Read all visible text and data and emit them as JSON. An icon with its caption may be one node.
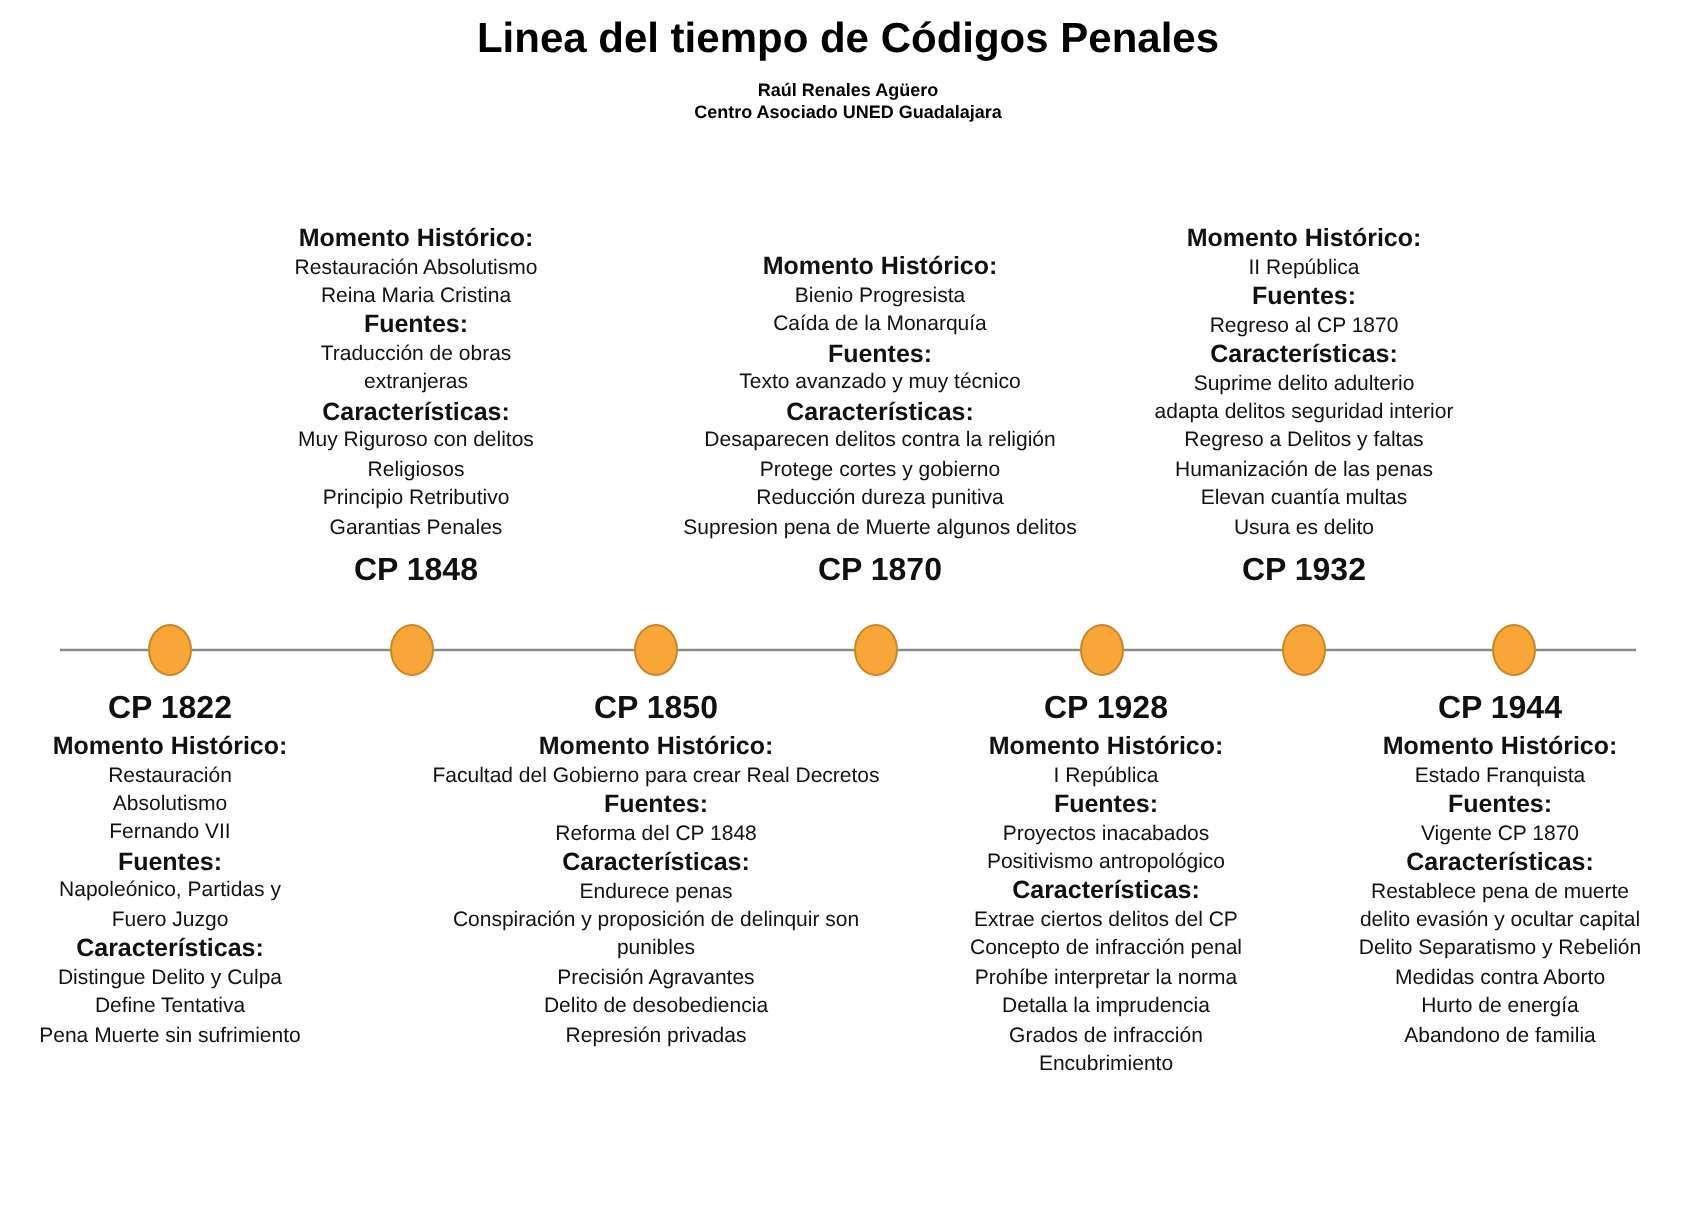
{
  "diagram": {
    "title": "Linea del tiempo de Códigos Penales",
    "nodes": [
      {
        "text": [],
        "shape": "circle",
        "beside": [
          "CP 1822",
          "Momento Histórico:",
          "Restauración",
          "Absolutismo",
          "Fernando VII",
          "Fuentes:",
          "Napoleónico, Partidas y Fuero Juzgo",
          "Características:",
          "Distingue Delito y Culpa",
          "Define Tentativa",
          "Pena Muerte sin sufrimiento"
        ]
      },
      {
        "text": [],
        "shape": "circle",
        "beside": [
          "Momento Histórico:",
          "Restauración Absolutismo",
          "Reina Maria Cristina",
          "Fuentes:",
          "Traducción de obras extranjeras",
          "Características:",
          "Muy Riguroso con delitos Religiosos",
          "Principio Retributivo",
          "Garantias Penales",
          "CP 1848"
        ]
      },
      {
        "text": [],
        "shape": "circle",
        "beside": [
          "CP 1850",
          "Momento Histórico:",
          "Facultad del Gobierno para crear Real Decretos",
          "Fuentes:",
          "Reforma del CP 1848",
          "Características:",
          "Endurece penas",
          "Conspiración y proposición de delinquir son punibles",
          "Precisión Agravantes",
          "Delito de desobediencia",
          "Represión privadas"
        ]
      },
      {
        "text": [],
        "shape": "circle",
        "beside": [
          "Momento Histórico:",
          "Bienio Progresista",
          "Caída de la Monarquía",
          "Fuentes:",
          "Texto avanzado y muy técnico",
          "Características:",
          "Desaparecen delitos contra la religión",
          "Protege cortes y gobierno",
          "Reducción dureza punitiva",
          "Supresion pena de Muerte algunos delitos",
          "CP 1870"
        ]
      },
      {
        "text": [],
        "shape": "circle",
        "beside": [
          "CP 1928",
          "Momento Histórico:",
          "I República",
          "Fuentes:",
          "Proyectos inacabados",
          "Positivismo antropológico",
          "Características:",
          "Extrae ciertos delitos del CP",
          "Concepto de infracción penal",
          "Prohíbe interpretar la norma",
          "Detalla la imprudencia",
          "Grados de infracción",
          "Encubrimiento"
        ]
      },
      {
        "text": [],
        "shape": "circle",
        "beside": [
          "Momento Histórico:",
          "II República",
          "Fuentes:",
          "Regreso al CP 1870",
          "Características:",
          "Suprime delito adulterio",
          "adapta delitos seguridad interior",
          "Regreso a Delitos y faltas",
          "Humanización de las penas",
          "Elevan cuantía multas",
          "Usura es delito",
          "CP 1932"
        ]
      },
      {
        "text": [],
        "shape": "circle",
        "beside": [
          "CP 1944",
          "Momento Histórico:",
          "Estado Franquista",
          "Fuentes:",
          "Vigente CP 1870",
          "Características:",
          "Restablece pena de muerte",
          "delito evasión y ocultar capital",
          "Delito Separatismo y Rebelión",
          "Medidas contra Aborto",
          "Hurto de energía",
          "Abandono de familia"
        ]
      }
    ],
    "edges": [
      {
        "from": null,
        "to": 0,
        "arrow": "none"
      },
      {
        "from": 0,
        "to": 1,
        "arrow": "none"
      },
      {
        "from": 1,
        "to": 2,
        "arrow": "none"
      },
      {
        "from": 2,
        "to": 3,
        "arrow": "none"
      },
      {
        "from": 3,
        "to": 4,
        "arrow": "none"
      },
      {
        "from": 4,
        "to": 5,
        "arrow": "none"
      },
      {
        "from": 5,
        "to": 6,
        "arrow": "none"
      },
      {
        "from": 6,
        "to": null,
        "arrow": "none"
      }
    ],
    "labels": [
      "Raúl Renales Agüero",
      "Centro Asociado UNED Guadalajara"
    ]
  }
}
